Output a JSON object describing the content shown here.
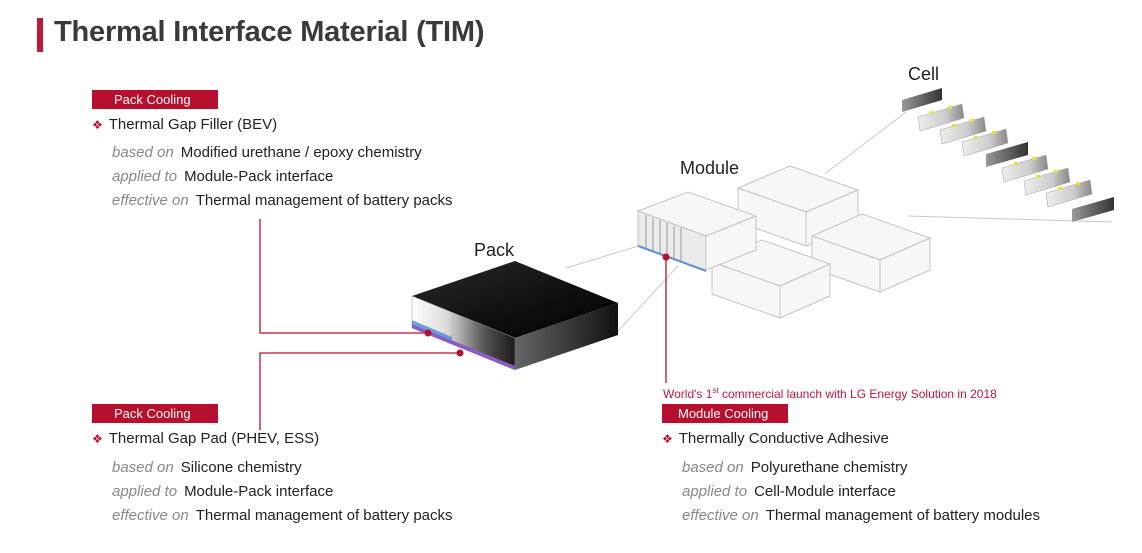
{
  "page": {
    "title": "Thermal Interface Material (TIM)"
  },
  "components": {
    "cell": "Cell",
    "module": "Module",
    "pack": "Pack"
  },
  "gap_filler": {
    "tag": "Pack Cooling",
    "heading": "Thermal Gap Filler (BEV)",
    "props": [
      {
        "key": "based on",
        "value": "Modified urethane / epoxy chemistry"
      },
      {
        "key": "applied to",
        "value": "Module-Pack interface"
      },
      {
        "key": "effective on",
        "value": "Thermal management of battery packs"
      }
    ]
  },
  "gap_pad": {
    "tag": "Pack Cooling",
    "heading": "Thermal Gap Pad (PHEV, ESS)",
    "props": [
      {
        "key": "based on",
        "value": "Silicone chemistry"
      },
      {
        "key": "applied to",
        "value": "Module-Pack interface"
      },
      {
        "key": "effective on",
        "value": "Thermal management of battery packs"
      }
    ]
  },
  "adhesive": {
    "note_pre": "World's 1",
    "note_sup": "st",
    "note_post": " commercial launch with LG Energy Solution in 2018",
    "tag": "Module Cooling",
    "heading": "Thermally Conductive Adhesive",
    "props": [
      {
        "key": "based on",
        "value": "Polyurethane chemistry"
      },
      {
        "key": "applied to",
        "value": "Cell-Module interface"
      },
      {
        "key": "effective on",
        "value": "Thermal management of battery modules"
      }
    ]
  },
  "colors": {
    "accent": "#b7102f",
    "interface_purple": "#8a5bc4",
    "interface_blue": "#5a8fd6"
  }
}
